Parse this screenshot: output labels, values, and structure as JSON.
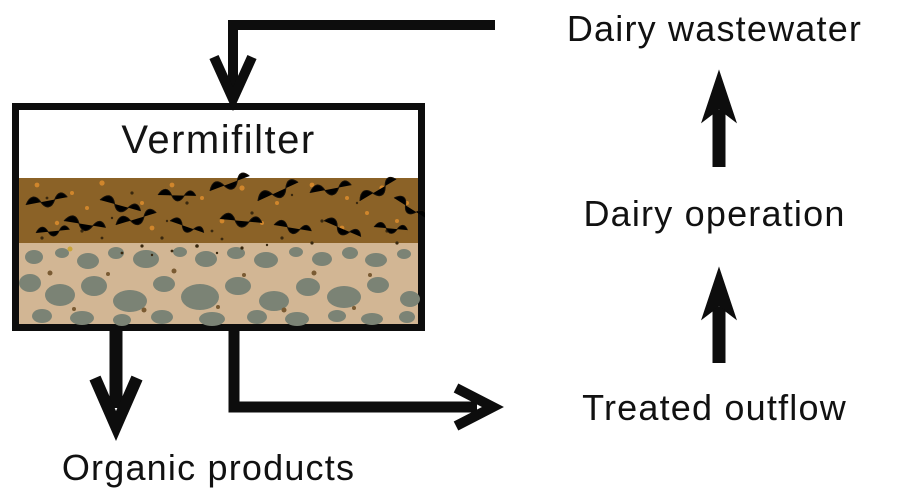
{
  "diagram": {
    "box": {
      "title": "Vermifilter"
    },
    "nodes": {
      "dairy_wastewater": "Dairy wastewater",
      "dairy_operation": "Dairy operation",
      "treated_outflow": "Treated outflow",
      "organic_products": "Organic products"
    },
    "flows": [
      "Dairy wastewater -> Vermifilter",
      "Vermifilter -> Organic products",
      "Vermifilter -> Treated outflow",
      "Treated outflow -> Dairy operation",
      "Dairy operation -> Dairy wastewater"
    ],
    "colors": {
      "background": "#ffffff",
      "line": "#0d0d0d",
      "text": "#111111",
      "box_border": "#0d0d0d",
      "worm_layer_brown": "#8b6227",
      "gravel_tan": "#d2b694",
      "stone_gray": "#7b8375",
      "worm_black": "#17110a",
      "accent_orange": "#d0862c",
      "speck_dark": "#39280f",
      "pebble_brown": "#7a5b33"
    }
  }
}
